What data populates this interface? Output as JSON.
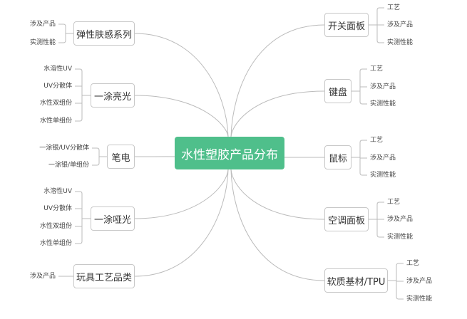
{
  "center": {
    "label": "水性塑胶产品分布",
    "color": "#4fbf8b"
  },
  "left_branches": [
    {
      "label": "弹性肤感系列",
      "children": [
        "涉及产品",
        "实测性能"
      ]
    },
    {
      "label": "一涂亮光",
      "children": [
        "水溶性UV",
        "UV分散体",
        "水性双组份",
        "水性单组份"
      ]
    },
    {
      "label": "笔电",
      "children": [
        "一涂银/UV分散体",
        "一涂银/单组份"
      ]
    },
    {
      "label": "一涂哑光",
      "children": [
        "水溶性UV",
        "UV分散体",
        "水性双组份",
        "水性单组份"
      ]
    },
    {
      "label": "玩具工艺品类",
      "children": [
        "涉及产品"
      ]
    }
  ],
  "right_branches": [
    {
      "label": "开关面板",
      "children": [
        "工艺",
        "涉及产品",
        "实测性能"
      ]
    },
    {
      "label": "键盘",
      "children": [
        "工艺",
        "涉及产品",
        "实测性能"
      ]
    },
    {
      "label": "鼠标",
      "children": [
        "工艺",
        "涉及产品",
        "实测性能"
      ]
    },
    {
      "label": "空调面板",
      "children": [
        "工艺",
        "涉及产品",
        "实测性能"
      ]
    },
    {
      "label": "软质基材/TPU",
      "children": [
        "工艺",
        "涉及产品",
        "实测性能"
      ]
    }
  ]
}
